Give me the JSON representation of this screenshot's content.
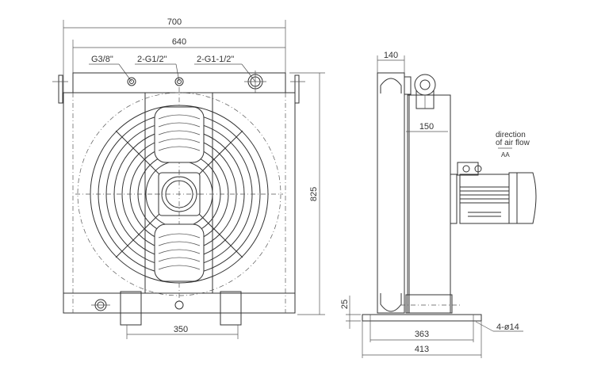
{
  "front_view": {
    "dims": {
      "overall_width": "700",
      "inner_width": "640",
      "height": "825",
      "foot_spacing": "350"
    },
    "ports": {
      "drain": "G3/8\"",
      "small": "2-G1/2\"",
      "large": "2-G1-1/2\""
    }
  },
  "side_view": {
    "dims": {
      "depth": "140",
      "bracket": "150",
      "base_hole_spacing": "363",
      "base_length": "413",
      "base_thickness": "25"
    },
    "holes": "4-ø14",
    "air_flow": {
      "line1": "direction",
      "line2": "of air flow",
      "symbol": "AA"
    }
  }
}
